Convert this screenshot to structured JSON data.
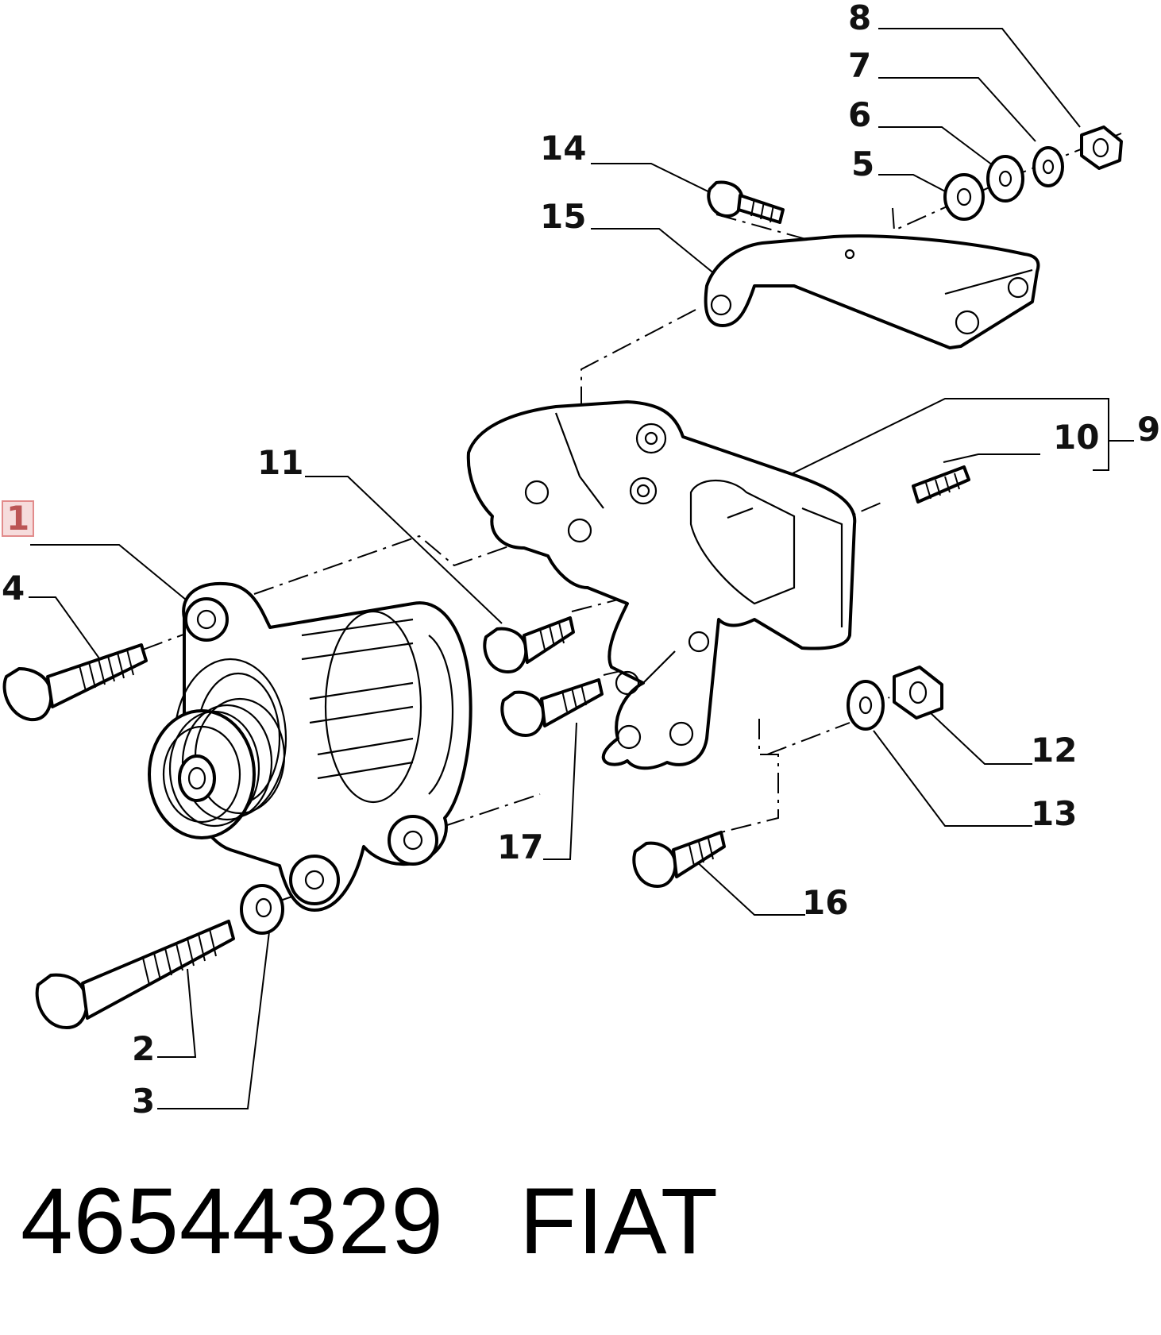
{
  "callouts": [
    {
      "id": "1",
      "label": "1",
      "highlighted": true
    },
    {
      "id": "2",
      "label": "2"
    },
    {
      "id": "3",
      "label": "3"
    },
    {
      "id": "4",
      "label": "4"
    },
    {
      "id": "5",
      "label": "5"
    },
    {
      "id": "6",
      "label": "6"
    },
    {
      "id": "7",
      "label": "7"
    },
    {
      "id": "8",
      "label": "8"
    },
    {
      "id": "9",
      "label": "9"
    },
    {
      "id": "10",
      "label": "10"
    },
    {
      "id": "11",
      "label": "11"
    },
    {
      "id": "12",
      "label": "12"
    },
    {
      "id": "13",
      "label": "13"
    },
    {
      "id": "14",
      "label": "14"
    },
    {
      "id": "15",
      "label": "15"
    },
    {
      "id": "16",
      "label": "16"
    },
    {
      "id": "17",
      "label": "17"
    }
  ],
  "footer": {
    "part_number": "46544329",
    "brand": "FIAT"
  },
  "colors": {
    "highlight_bg": "#f6dcdc",
    "highlight_border": "#e28b8b",
    "line": "#000000"
  }
}
